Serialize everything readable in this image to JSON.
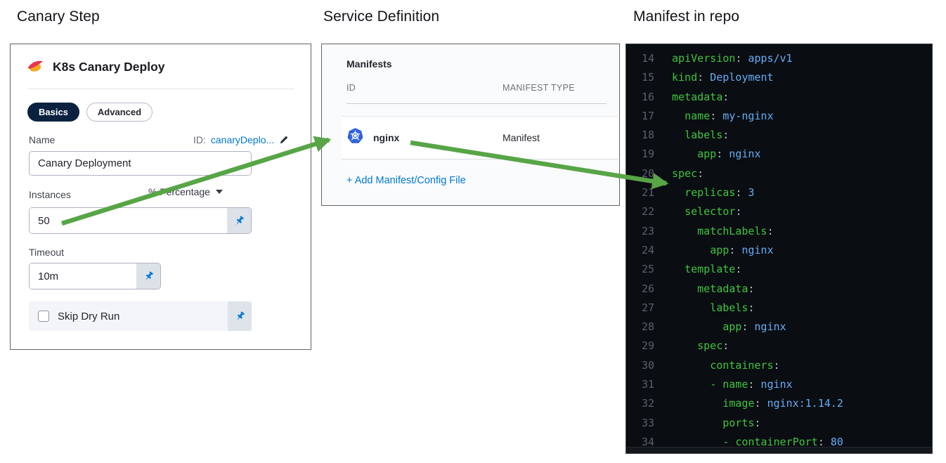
{
  "sections": {
    "canary": "Canary Step",
    "service": "Service Definition",
    "manifest": "Manifest in repo"
  },
  "canary_panel": {
    "heading": "K8s Canary Deploy",
    "tabs": [
      {
        "label": "Basics",
        "active": true
      },
      {
        "label": "Advanced",
        "active": false
      }
    ],
    "fields": {
      "name_label": "Name",
      "id_prefix": "ID:",
      "id_value": "canaryDeplo...",
      "name_value": "Canary Deployment",
      "instances_label": "Instances",
      "instances_mode": "% Percentage",
      "instances_value": "50",
      "timeout_label": "Timeout",
      "timeout_value": "10m",
      "skip_label": "Skip Dry Run",
      "skip_checked": false
    }
  },
  "service_panel": {
    "heading": "Manifests",
    "col_id": "ID",
    "col_type": "MANIFEST TYPE",
    "rows": [
      {
        "id": "nginx",
        "type": "Manifest",
        "icon": "kubernetes-icon"
      }
    ],
    "add_link": "+ Add Manifest/Config File"
  },
  "code_panel": {
    "lines": [
      {
        "n": 14,
        "sp": 0,
        "k": "apiVersion",
        "v": "apps/v1"
      },
      {
        "n": 15,
        "sp": 0,
        "k": "kind",
        "v": "Deployment"
      },
      {
        "n": 16,
        "sp": 0,
        "k": "metadata",
        "v": ""
      },
      {
        "n": 17,
        "sp": 2,
        "k": "name",
        "v": "my-nginx"
      },
      {
        "n": 18,
        "sp": 2,
        "k": "labels",
        "v": ""
      },
      {
        "n": 19,
        "sp": 4,
        "k": "app",
        "v": "nginx"
      },
      {
        "n": 20,
        "sp": 0,
        "k": "spec",
        "v": ""
      },
      {
        "n": 21,
        "sp": 2,
        "k": "replicas",
        "v": "3"
      },
      {
        "n": 22,
        "sp": 2,
        "k": "selector",
        "v": ""
      },
      {
        "n": 23,
        "sp": 4,
        "k": "matchLabels",
        "v": ""
      },
      {
        "n": 24,
        "sp": 6,
        "k": "app",
        "v": "nginx"
      },
      {
        "n": 25,
        "sp": 2,
        "k": "template",
        "v": ""
      },
      {
        "n": 26,
        "sp": 4,
        "k": "metadata",
        "v": ""
      },
      {
        "n": 27,
        "sp": 6,
        "k": "labels",
        "v": ""
      },
      {
        "n": 28,
        "sp": 8,
        "k": "app",
        "v": "nginx"
      },
      {
        "n": 29,
        "sp": 4,
        "k": "spec",
        "v": ""
      },
      {
        "n": 30,
        "sp": 6,
        "k": "containers",
        "v": ""
      },
      {
        "n": 31,
        "sp": 6,
        "k": "name",
        "v": "nginx",
        "dash": true
      },
      {
        "n": 32,
        "sp": 8,
        "k": "image",
        "v": "nginx:1.14.2"
      },
      {
        "n": 33,
        "sp": 8,
        "k": "ports",
        "v": ""
      },
      {
        "n": 34,
        "sp": 8,
        "k": "containerPort",
        "v": "80",
        "dash": true
      }
    ]
  },
  "colors": {
    "link_blue": "#0278d5",
    "pill_navy": "#0a2240",
    "arrow_green": "#57a546",
    "k8s_blue": "#2f62de",
    "code_bg": "#0a0d12",
    "code_key": "#3ec53e",
    "code_value": "#64aef5",
    "code_linenum": "#59616a",
    "code_punct": "#b9c2cb"
  }
}
